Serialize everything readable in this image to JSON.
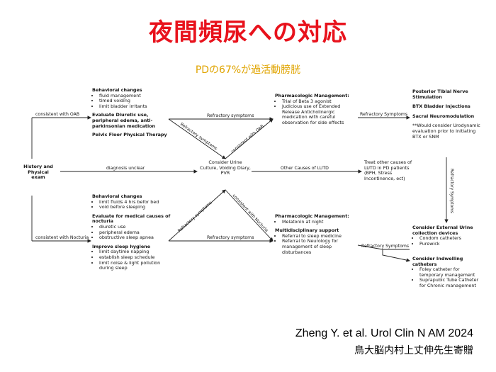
{
  "title": "夜間頻尿への対応",
  "subtitle": "PDの67%が過活動膀胱",
  "diagram": {
    "start": {
      "lines": [
        "History and",
        "Physical",
        "exam"
      ]
    },
    "oab_box": {
      "behavioral_title": "Behavioral changes",
      "behavioral_items": [
        "fluid management",
        "timed voiding",
        "limit bladder irritants"
      ],
      "diuretic_text": "Evaluate Diuretic use, peripheral edema, anti-parkinsonian medication",
      "pelvic": "Pelvic Floor Physical Therapy"
    },
    "pharm_box": {
      "title": "Pharmacologic Management:",
      "items": [
        "Trial of Beta 3 agonist",
        "Judicious use of Extended Release Anticholinergic medication with careful observation for side effects"
      ]
    },
    "tibial_box": {
      "title": "Posterior Tibial Nerve Stimulation",
      "btx": "BTX Bladder Injections",
      "sacral": "Sacral Neuromodulation",
      "note": "**Would consider Urodynamic evaluation prior to initiating BTX or SNM"
    },
    "center_box": {
      "text": "Consider Urine Culture, Voiding Diary, PVR"
    },
    "luts_box": {
      "text": "Treat other causes of LUTD in PD patients (BPH, Stress Incontinence, ect)"
    },
    "nocturia_box": {
      "behavioral_title": "Behavioral changes",
      "behavioral_items": [
        "limit fluids 4 hrs befor bed",
        "void before sleeping"
      ],
      "evaluate_title": "Evaluate for medical causes of nocturia",
      "evaluate_items": [
        "diuretic use",
        "peripheral edema",
        "obstructive sleep apnea"
      ],
      "hygiene_title": "Improve sleep hygiene",
      "hygiene_items": [
        "limit daytime napping",
        "establish sleep schedule",
        "limit noise & light pollution during sleep"
      ]
    },
    "pharm2_box": {
      "title": "Pharmacologic Management:",
      "items": [
        "Melatonin at night"
      ],
      "multi_title": "Multidisciplinary support",
      "multi_items": [
        "Referral to sleep medicine",
        "Referral to Neurology for management of sleep disturbances"
      ]
    },
    "external_box": {
      "title": "Consider External Urine collection devices",
      "items": [
        "Condom catheters",
        "Purewick"
      ]
    },
    "indwelling_box": {
      "title": "Consider Indwelling catheters",
      "items": [
        "Foley catheter for temporary management",
        "Suprapubic Tube Catheter for Chronic management"
      ]
    },
    "edges": {
      "consistent_oab": "consistent with OAB",
      "consistent_nocturia": "consistent with Nocturia",
      "diagnosis_unclear": "diagnosis unclear",
      "refractory_upper": "Refractory symptoms",
      "refractory_diag_upper": "Refractory symptoms",
      "consistent_oab_diag": "consistent with OAB",
      "other_causes": "Other Causes of LUTD",
      "refractory_lower_diag": "Refractory symptoms",
      "consistent_nocturia_diag": "consistent with Nocturia",
      "refractory_lower": "Refractory symptoms",
      "refractory_right_upper": "Refractory Symptoms",
      "refractory_right_lower": "Refractory Symptoms",
      "refractory_vertical": "Refractory Symptoms"
    }
  },
  "credit": {
    "citation": "Zheng Y. et al. Urol Clin N AM 2024",
    "donor": "鳥大脳内村上丈伸先生寄贈"
  }
}
